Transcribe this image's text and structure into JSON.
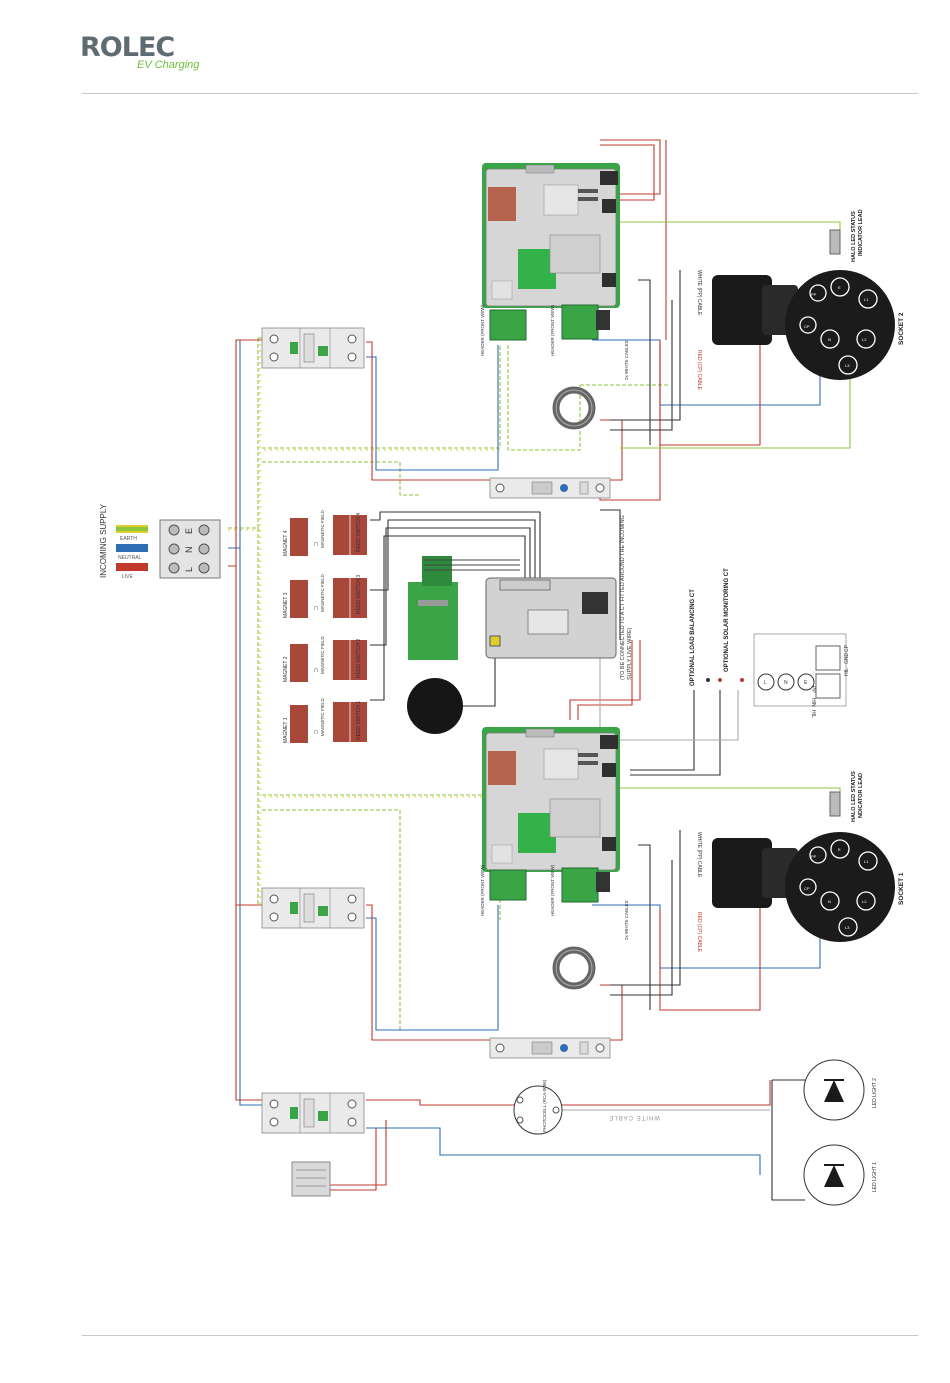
{
  "header": {
    "brand": "ROLEC",
    "subbrand": "EV Charging"
  },
  "colors": {
    "brown": "#c0392b",
    "blue": "#2e6db4",
    "earth_green": "#8dc63f",
    "earth_yellow": "#e0cf2a",
    "board_green": "#2e9d3f",
    "grey": "#9a9a9a",
    "relay_red": "#a8473a"
  },
  "supply": {
    "title": "INCOMING SUPPLY",
    "earth": "EARTH",
    "neutral": "NEUTRAL",
    "live": "LIVE",
    "block_e": "E",
    "block_n": "N",
    "block_l": "L"
  },
  "magnets": {
    "m4": "MAGNET 4",
    "m3": "MAGNET 3",
    "m2": "MAGNET 2",
    "m1": "MAGNET 1",
    "field": "MAGNETIC FIELD",
    "r4": "REED SWITCH 4",
    "r3": "REED SWITCH 3",
    "r2": "REED SWITCH 2",
    "r1": "REED SWITCH 1"
  },
  "board": {
    "header_front": "HEADER (FRONT VIEW)",
    "white_cables": "2x WHITE CABLES"
  },
  "sockets": {
    "socket2": "SOCKET 2",
    "socket1": "SOCKET 1",
    "halo": "HALO LED STATUS",
    "halo2_sub": "INDICATOR LEAD",
    "halo1_sub": "NDICATOR LEAD",
    "white_pp": "WHITE (PP) CABLE",
    "red_cp": "RED (CP) CABLE",
    "pin_pp": "PP",
    "pin_cp": "CP",
    "pin_e": "E",
    "pin_n": "N",
    "pin_l1": "L1",
    "pin_l2": "L2",
    "pin_l3": "L3"
  },
  "ct": {
    "load": "OPTIONAL LOAD BALANCING CT",
    "load_note": "(TO BE CONNECTED TO A CT FITTED AROUND THE INCOMING SUPPLY LIVE WIRE)",
    "solar": "OPTIONAL SOLAR MONITORING CT",
    "terminals_right": [
      "CP",
      "GND",
      "HIL"
    ],
    "terminals_left": [
      "PP",
      "HIN",
      "HIL"
    ],
    "coil": [
      "L",
      "N",
      "E"
    ]
  },
  "lighting": {
    "photocell": "PHOTOCELL (RCA-0086)",
    "white_cable": "WHITE CABLE",
    "led2": "LED LIGHT 2",
    "led1": "LED LIGHT 1"
  }
}
